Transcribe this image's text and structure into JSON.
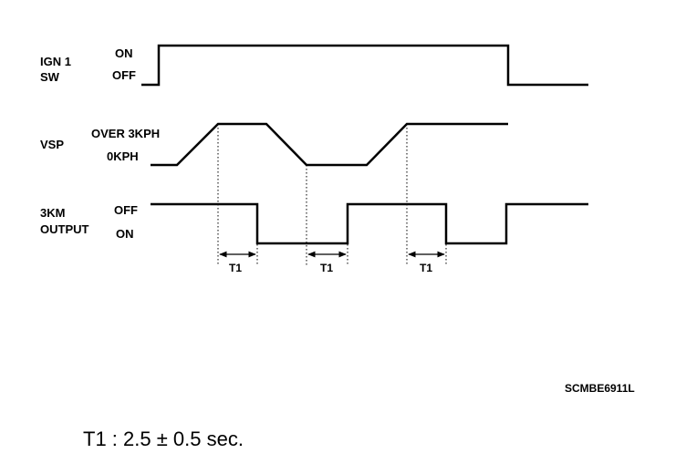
{
  "signals": {
    "ign": {
      "name_line1": "IGN 1",
      "name_line2": "SW",
      "level_high": "ON",
      "level_low": "OFF"
    },
    "vsp": {
      "name": "VSP",
      "level_high": "OVER 3KPH",
      "level_low": "0KPH"
    },
    "output": {
      "name_line1": "3KM",
      "name_line2": "OUTPUT",
      "level_high": "OFF",
      "level_low": "ON"
    }
  },
  "timing": {
    "t1_label": "T1"
  },
  "drawing_code": "SCMBE6911L",
  "note": "T1 : 2.5 ± 0.5 sec."
}
